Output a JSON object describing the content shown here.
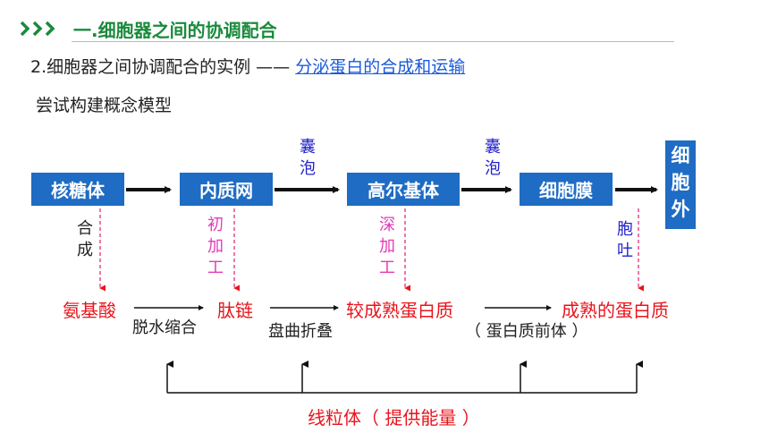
{
  "header": {
    "title": "一.细胞器之间的协调配合"
  },
  "subtitle": {
    "prefix": "2.细胞器之间协调配合的实例 —— ",
    "link": "分泌蛋白的合成和运输"
  },
  "intro": "尝试构建概念模型",
  "organelles": {
    "ribosome": "核糖体",
    "er": "内质网",
    "golgi": "高尔基体",
    "membrane": "细胞膜",
    "outside": [
      "细",
      "胞",
      "外"
    ]
  },
  "vesicle_labels": {
    "first": [
      "囊",
      "泡"
    ],
    "second": [
      "囊",
      "泡"
    ]
  },
  "process_labels": {
    "synthesis": [
      "合",
      "成"
    ],
    "initial_processing": [
      "初",
      "加",
      "工"
    ],
    "deep_processing": [
      "深",
      "加",
      "工"
    ],
    "exocytosis": [
      "胞",
      "吐"
    ]
  },
  "products": {
    "amino_acid": "氨基酸",
    "peptide": "肽链",
    "immature_protein": "较成熟蛋白质",
    "mature_protein": "成熟的蛋白质"
  },
  "transitions": {
    "dehydration": "脱水缩合",
    "folding": "盘曲折叠",
    "precursor": "（ 蛋白质前体 ）"
  },
  "energy_label": "线粒体（ 提供能量 ）",
  "colors": {
    "box_blue": "#1e6cc4",
    "header_green": "#1a8a3c",
    "red": "#e8141c",
    "pink": "#e33ab8",
    "vesicle_blue": "#2323c8"
  }
}
